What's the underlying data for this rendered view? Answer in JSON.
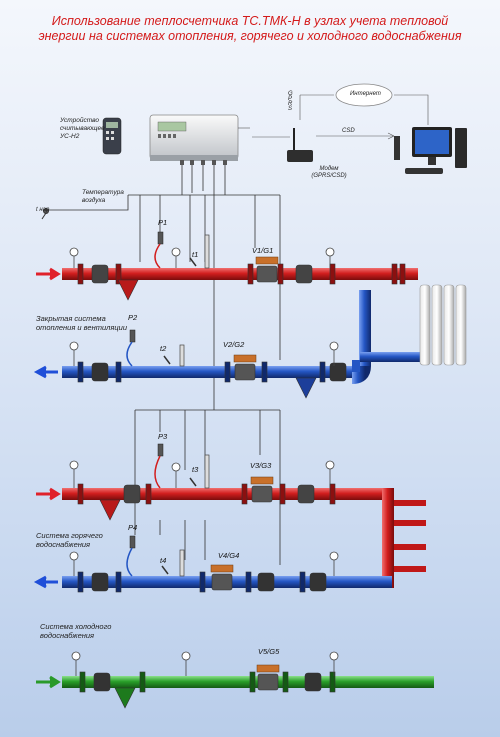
{
  "title": "Использование теплосчетчика ТС.ТМК-Н в узлах учета тепловой энергии на системах отопления, горячего и холодного водоснабжения",
  "labels": {
    "reader": "Устройство считывающее УС-Н2",
    "internet": "Интернет",
    "gprs": "GPRS",
    "csd": "CSD",
    "modem": "Модем (GPRS/CSD)",
    "air_temp": "Температура воздуха",
    "t_air": "t нар",
    "closed_system": "Закрытая система отопления и вентиляции",
    "hot_water": "Система горячего водоснабжения",
    "cold_water": "Система холодного водоснабжения"
  },
  "tags": {
    "p1": "P1",
    "t1": "t1",
    "vg1": "V1/G1",
    "p2": "P2",
    "t2": "t2",
    "vg2": "V2/G2",
    "p3": "P3",
    "t3": "t3",
    "vg3": "V3/G3",
    "p4": "P4",
    "t4": "t4",
    "vg4": "V4/G4",
    "vg5": "V5/G5"
  },
  "colors": {
    "title": "#d41a1a",
    "supply_pipe": "#d21e1e",
    "return_pipe": "#2456c4",
    "cold_pipe": "#2aa02a",
    "arrow_in": "#e0212a",
    "arrow_out": "#1f4fd8",
    "arrow_cold": "#2a9a2a"
  }
}
